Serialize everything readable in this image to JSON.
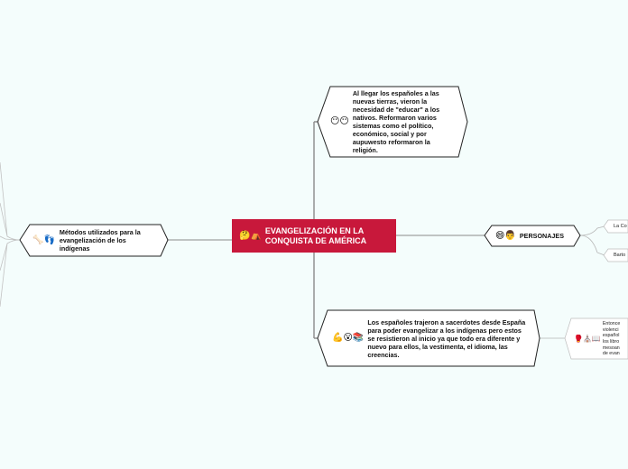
{
  "central": {
    "icons": "🤔⛺",
    "title": "EVANGELIZACIÓN EN LA CONQUISTA DE AMÉRICA"
  },
  "top_node": {
    "icons": "😶😶",
    "text": "Al llegar los españoles a las nuevas tierras, vieron la necesidad de \"educar\" a los nativos. Reformaron varios sistemas como el político, económico, social y por aupuwesto reformaron  la religión."
  },
  "left_node": {
    "icons": "🦴👣",
    "text": "Métodos utilizados para la evangelización de los indígenas"
  },
  "personajes_node": {
    "icons": "😄👨",
    "text": "PERSONAJES"
  },
  "bottom_node": {
    "icons": "💪😮📚",
    "text": "Los españoles trajeron a sacerdotes desde España para poder evangelizar a los indígenas pero estos se resistieron al inicio ya que todo era diferente y nuevo para ellos, la vestimenta, el idioma, las creencias."
  },
  "personajes_children": [
    {
      "text": "La Co"
    },
    {
      "text": "Barto"
    }
  ],
  "bottom_child": {
    "icons": "🥊⛪📖",
    "lines": [
      "Entonce",
      "violenci",
      "español",
      "los libro",
      "mesoan",
      "de evan"
    ]
  },
  "colors": {
    "central_fill": "#c8183b",
    "background": "#f4fdfc",
    "connector": "#8a8a8a"
  }
}
